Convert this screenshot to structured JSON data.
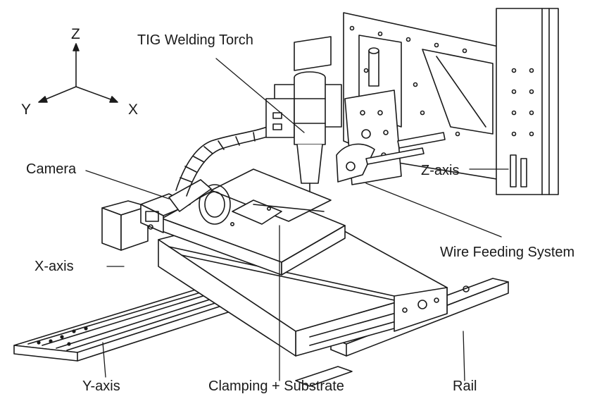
{
  "axes_triad": {
    "z": "Z",
    "x": "X",
    "y": "Y"
  },
  "labels": {
    "tig_torch": "TIG Welding Torch",
    "camera": "Camera",
    "z_axis": "Z-axis",
    "wire_feeding": "Wire Feeding System",
    "x_axis": "X-axis",
    "y_axis": "Y-axis",
    "clamping": "Clamping + Substrate",
    "rail": "Rail"
  },
  "colors": {
    "ink": "#1a1a1a",
    "background": "#ffffff"
  }
}
